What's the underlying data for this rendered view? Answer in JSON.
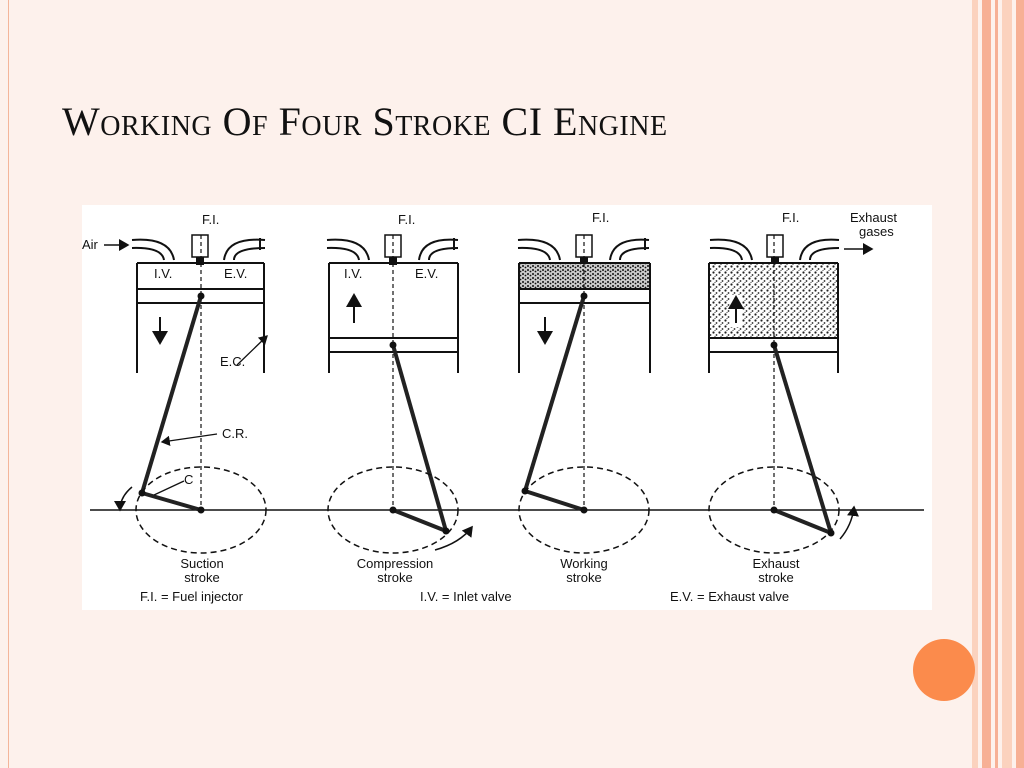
{
  "slide": {
    "title": "Working Of Four Stroke CI Engine"
  },
  "diagram": {
    "labels": {
      "fi": "F.I.",
      "air": "Air",
      "iv": "I.V.",
      "ev": "E.V.",
      "ec": "E.C.",
      "cr": "C.R.",
      "c": "C",
      "exhaust_gases_1": "Exhaust",
      "exhaust_gases_2": "gases"
    },
    "strokes": [
      {
        "line1": "Suction",
        "line2": "stroke"
      },
      {
        "line1": "Compression",
        "line2": "stroke"
      },
      {
        "line1": "Working",
        "line2": "stroke"
      },
      {
        "line1": "Exhaust",
        "line2": "stroke"
      }
    ],
    "legend": {
      "fi": "F.I. = Fuel injector",
      "iv": "I.V. = Inlet valve",
      "ev": "E.V. = Exhaust valve"
    }
  },
  "colors": {
    "background": "#fdf1ec",
    "accent": "#fb8b4c",
    "bar_light": "#fbd2be",
    "bar_mid": "#f7b095"
  }
}
